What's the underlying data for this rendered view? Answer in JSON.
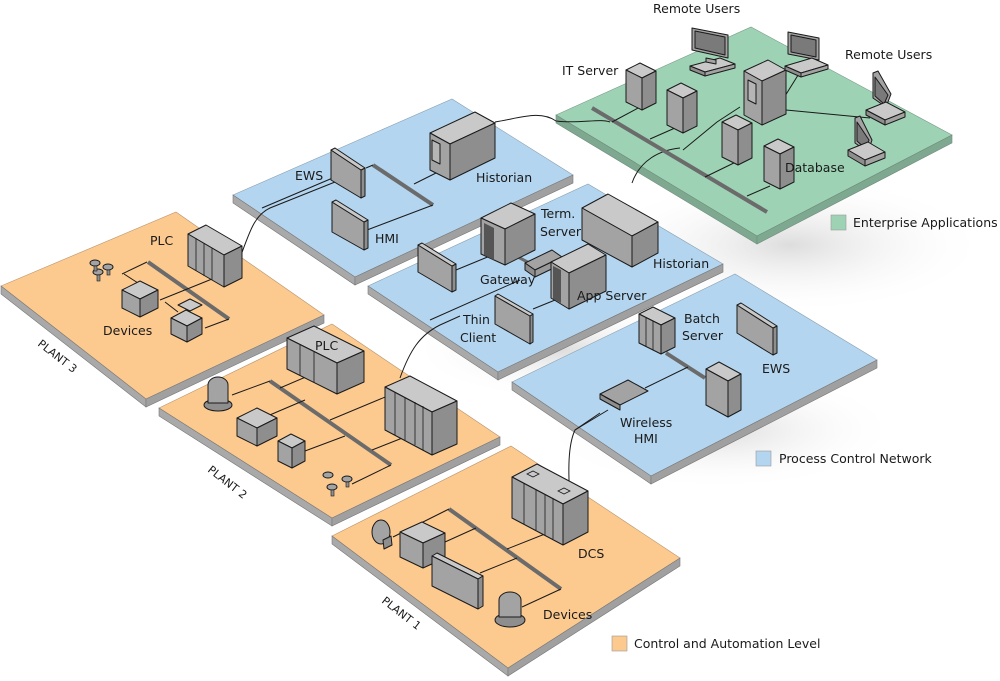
{
  "colors": {
    "enterprise": "#9dd3b4",
    "enterprise_edge": "#7fa891",
    "process": "#b3d5ef",
    "process_edge": "#9ea9b3",
    "control": "#fcc98f",
    "control_edge": "#a9a9a9",
    "device_top": "#c9c9c9",
    "device_front": "#a3a3a3",
    "device_side": "#8e8e8e",
    "bus": "#6b6b6b"
  },
  "levels": {
    "enterprise": {
      "legend": "Enterprise Applications",
      "labels": {
        "remote_users_top": "Remote Users",
        "remote_users_right": "Remote Users",
        "it_server": "IT Server",
        "database": "Database"
      }
    },
    "process_upper": {
      "labels": {
        "ews": "EWS",
        "hmi": "HMI",
        "historian": "Historian"
      }
    },
    "process_middle": {
      "labels": {
        "term_server": "Term.\nServer",
        "term_server_line1": "Term.",
        "term_server_line2": "Server",
        "historian": "Historian",
        "gateway": "Gateway",
        "app_server": "App Server",
        "thin_client_line1": "Thin",
        "thin_client_line2": "Client"
      }
    },
    "process_lower": {
      "legend": "Process Control Network",
      "labels": {
        "batch_server_line1": "Batch",
        "batch_server_line2": "Server",
        "ews": "EWS",
        "wireless_hmi_line1": "Wireless",
        "wireless_hmi_line2": "HMI"
      }
    },
    "plant3": {
      "name": "PLANT 3",
      "labels": {
        "plc": "PLC",
        "devices": "Devices"
      }
    },
    "plant2": {
      "name": "PLANT 2",
      "labels": {
        "plc": "PLC"
      }
    },
    "plant1": {
      "name": "PLANT 1",
      "legend": "Control and Automation Level",
      "labels": {
        "dcs": "DCS",
        "devices": "Devices"
      }
    }
  }
}
